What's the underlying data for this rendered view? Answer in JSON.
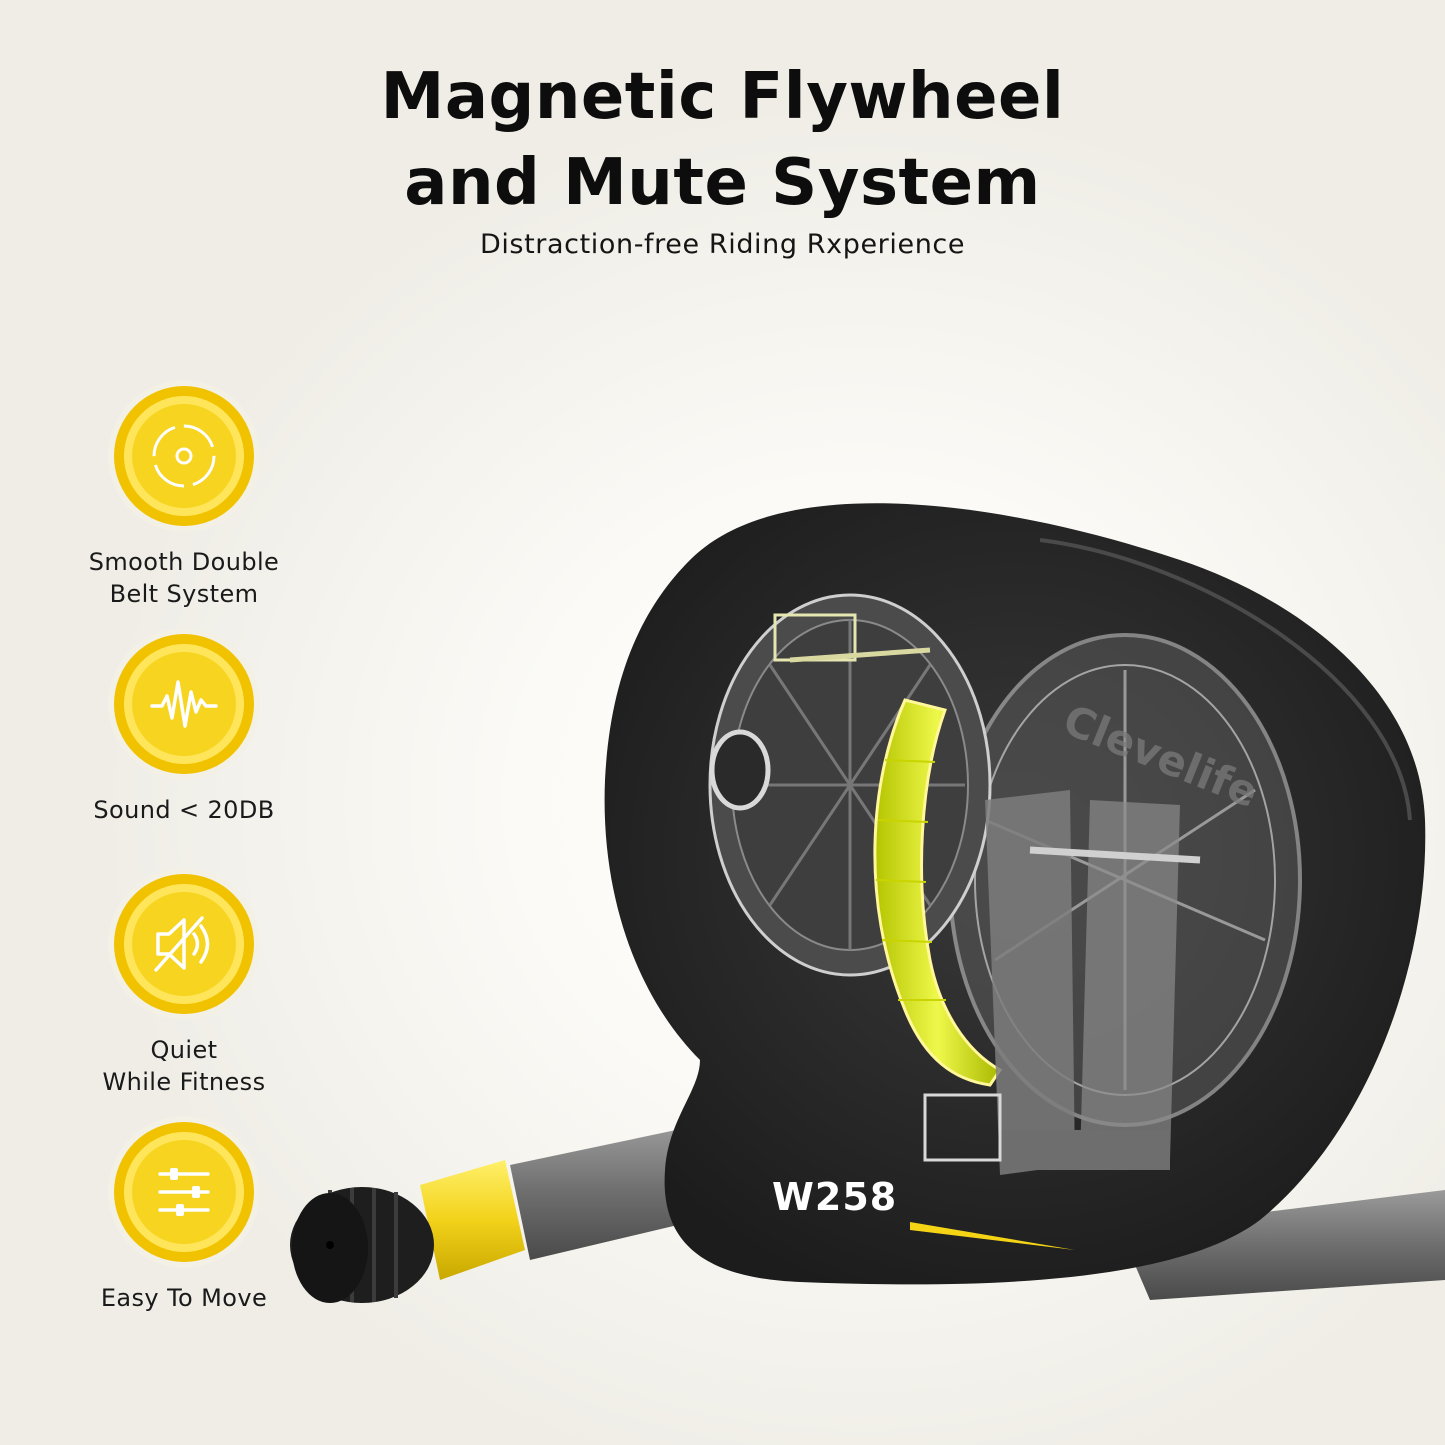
{
  "headline": {
    "line1": "Magnetic Flywheel",
    "line2": "and Mute System"
  },
  "subtitle": "Distraction-free Riding Rxperience",
  "colors": {
    "accent_yellow": "#f5d416",
    "badge_ring": "#f0c200",
    "housing_dark": "#2a2a2a"
  },
  "features": [
    {
      "icon": "double-belt-icon",
      "lines": [
        "Smooth Double",
        "Belt System"
      ]
    },
    {
      "icon": "sound-wave-icon",
      "lines": [
        "Sound < 20DB"
      ]
    },
    {
      "icon": "mute-speaker-icon",
      "lines": [
        "Quiet",
        "While Fitness"
      ]
    },
    {
      "icon": "sliders-move-icon",
      "lines": [
        "Easy To Move"
      ]
    }
  ],
  "product": {
    "model": "W258",
    "brand": "Clevelife"
  }
}
